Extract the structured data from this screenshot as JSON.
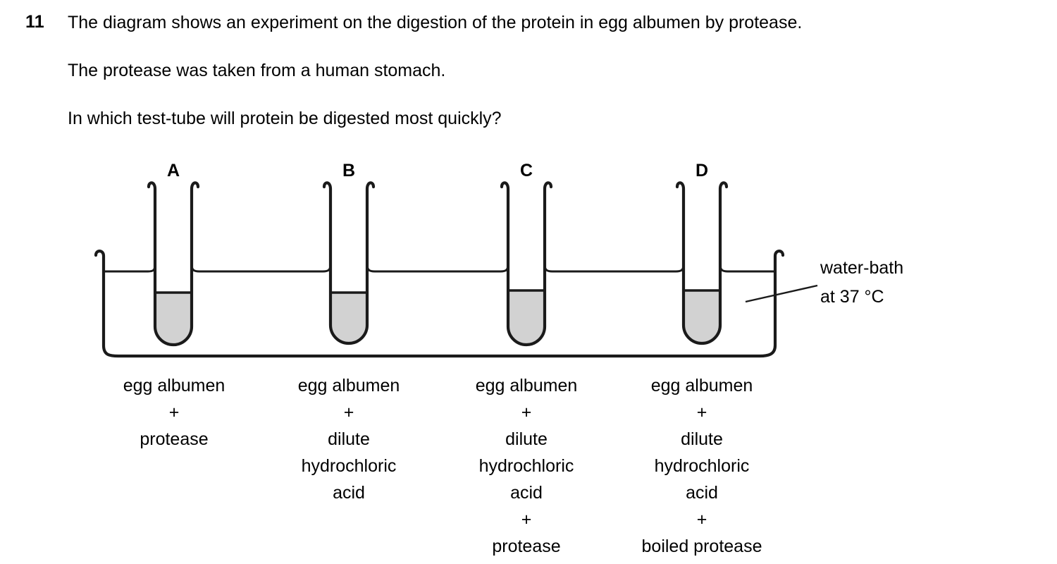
{
  "question": {
    "number": "11",
    "lines": [
      "The diagram shows an experiment on the digestion of the protein in egg albumen by protease.",
      "The protease was taken from a human stomach.",
      "In which test-tube will protein be digested most quickly?"
    ]
  },
  "diagram": {
    "type": "test-tubes-in-water-bath",
    "water_bath": {
      "label_line_1": "water-bath",
      "label_line_2": "at 37 °C",
      "temperature": "37 °C",
      "outline_color": "#1a1a1a",
      "leader_line": true
    },
    "fill_color": "#d2d2d2",
    "tubes": [
      {
        "letter": "A",
        "contents": [
          "egg albumen",
          "+",
          "protease"
        ]
      },
      {
        "letter": "B",
        "contents": [
          "egg albumen",
          "+",
          "dilute",
          "hydrochloric",
          "acid"
        ]
      },
      {
        "letter": "C",
        "contents": [
          "egg albumen",
          "+",
          "dilute",
          "hydrochloric",
          "acid",
          "+",
          "protease"
        ]
      },
      {
        "letter": "D",
        "contents": [
          "egg albumen",
          "+",
          "dilute",
          "hydrochloric",
          "acid",
          "+",
          "boiled protease"
        ]
      }
    ]
  }
}
